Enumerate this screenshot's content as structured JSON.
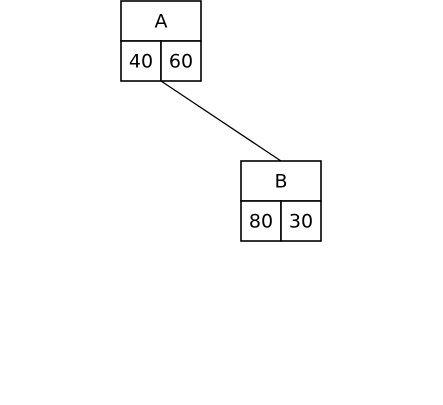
{
  "diagram": {
    "nodes": [
      {
        "id": "A",
        "label": "A",
        "values": [
          "40",
          "60"
        ]
      },
      {
        "id": "B",
        "label": "B",
        "values": [
          "80",
          "30"
        ]
      }
    ],
    "edges": [
      {
        "from": "A",
        "to": "B"
      }
    ]
  }
}
